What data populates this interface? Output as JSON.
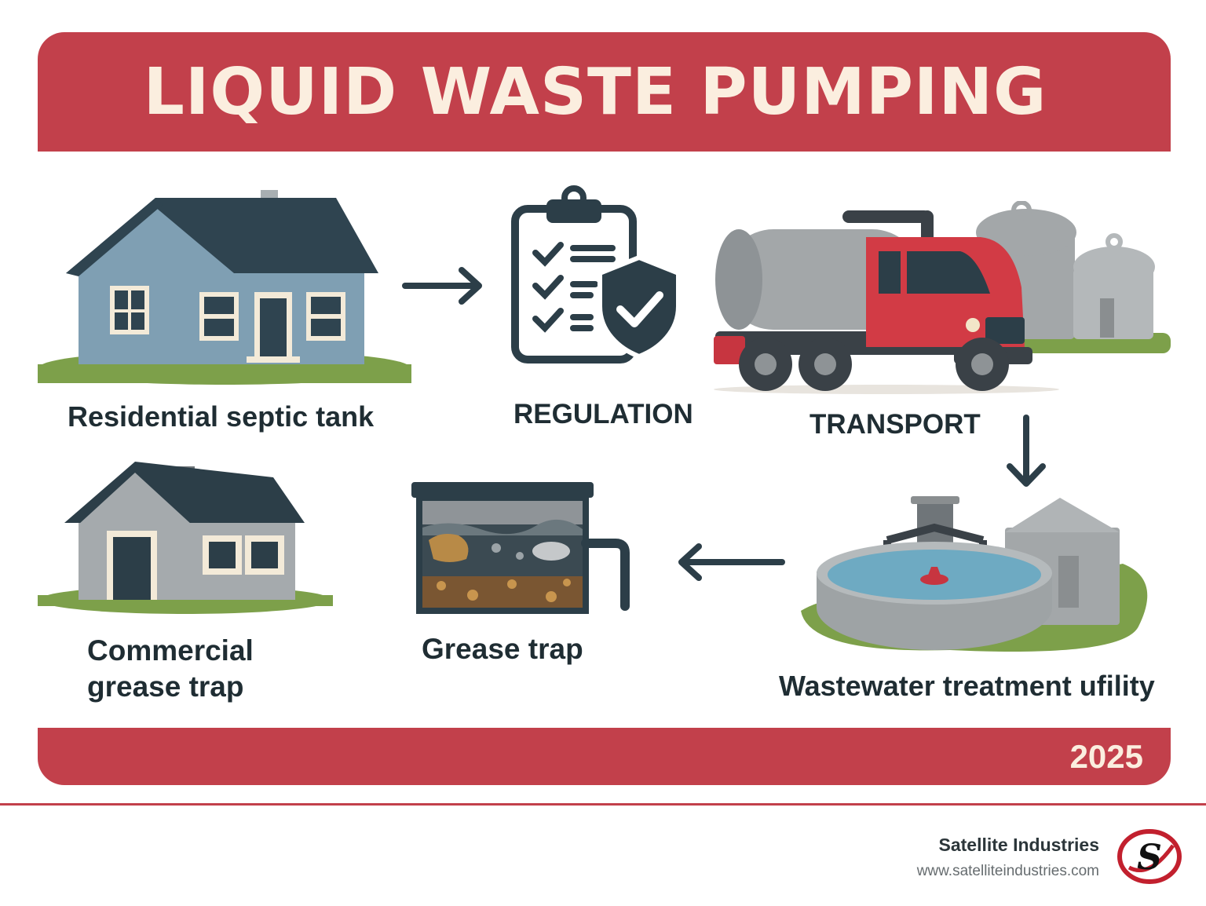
{
  "header": {
    "title": "LIQUID WASTE PUMPING"
  },
  "footer": {
    "year": "2025"
  },
  "steps": {
    "residential": "Residential septic tank",
    "regulation": "REGULATION",
    "transport": "TRANSPORT",
    "commercial": "Commercial grease trap",
    "grease_trap": "Grease trap",
    "wastewater": "Wastewater treatment ufility"
  },
  "brand": {
    "name": "Satellite Industries",
    "url": "www.satelliteindustries.com",
    "logo_letter": "S"
  },
  "colors": {
    "banner": "#c2404b",
    "banner_text": "#fbeedf",
    "dark": "#2c3e48",
    "grass": "#7da04a",
    "truck_red": "#d23b45"
  }
}
